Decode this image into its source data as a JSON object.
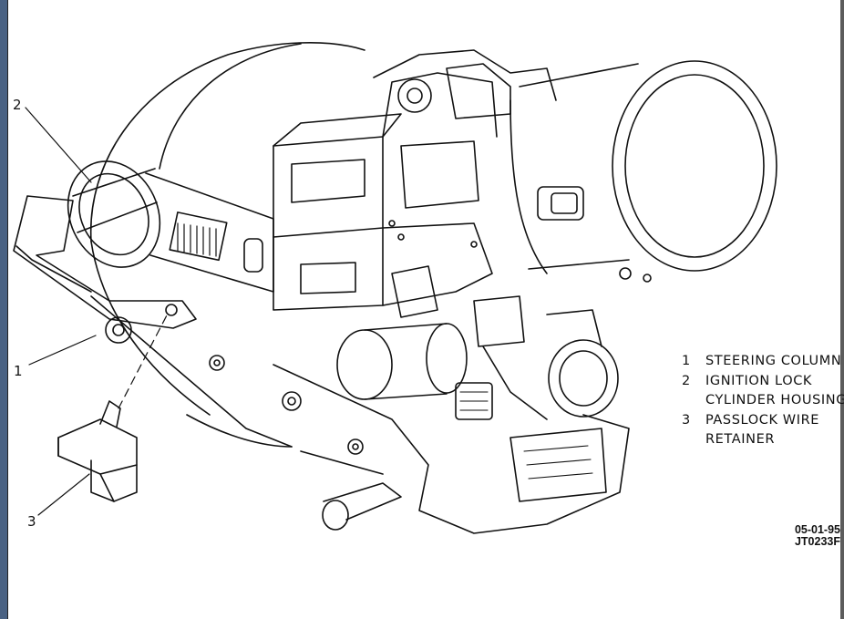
{
  "figure": {
    "callouts": [
      "1",
      "2",
      "3"
    ],
    "legend": [
      {
        "number": "1",
        "lines": [
          "STEERING COLUMN"
        ]
      },
      {
        "number": "2",
        "lines": [
          "IGNITION LOCK",
          "CYLINDER HOUSING"
        ]
      },
      {
        "number": "3",
        "lines": [
          "PASSLOCK WIRE",
          "RETAINER"
        ]
      }
    ],
    "date_code": "05-01-95",
    "figure_code": "JT0233F"
  }
}
